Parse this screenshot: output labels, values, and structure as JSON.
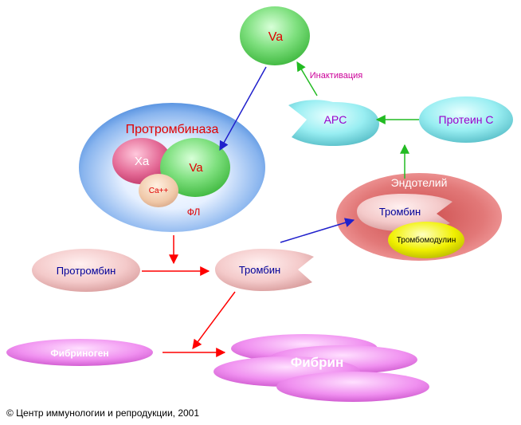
{
  "nodes": {
    "va_top": "Va",
    "prothrombinase": "Протромбиназа",
    "xa": "Xa",
    "va_inner": "Va",
    "ca": "Ca++",
    "fl": "ФЛ",
    "apc": "APC",
    "protein_c": "Протеин С",
    "inactivation": "Инактивация",
    "endothelium": "Эндотелий",
    "thrombin_endo": "Тромбин",
    "thrombomodulin": "Тромбомодулин",
    "prothrombin": "Протромбин",
    "thrombin": "Тромбин",
    "fibrinogen": "Фибриноген",
    "fibrin": "Фибрин"
  },
  "copyright": "© Центр иммунологии и репродукции, 2001",
  "colors": {
    "red_arrow": "#ff0000",
    "blue_arrow": "#2020cc",
    "green_arrow": "#22bb22",
    "title_red": "#e00000",
    "inactivation_magenta": "#cc0099",
    "protein_c_purple": "#9900cc",
    "dark_blue_text": "#000099",
    "va_green": "#66dd66",
    "apc_cyan": "#88e8ee",
    "pink": "#f0c0c0",
    "magenta_fibrin": "#ee88ee",
    "thrombomodulin_yellow": "#eeee00"
  }
}
